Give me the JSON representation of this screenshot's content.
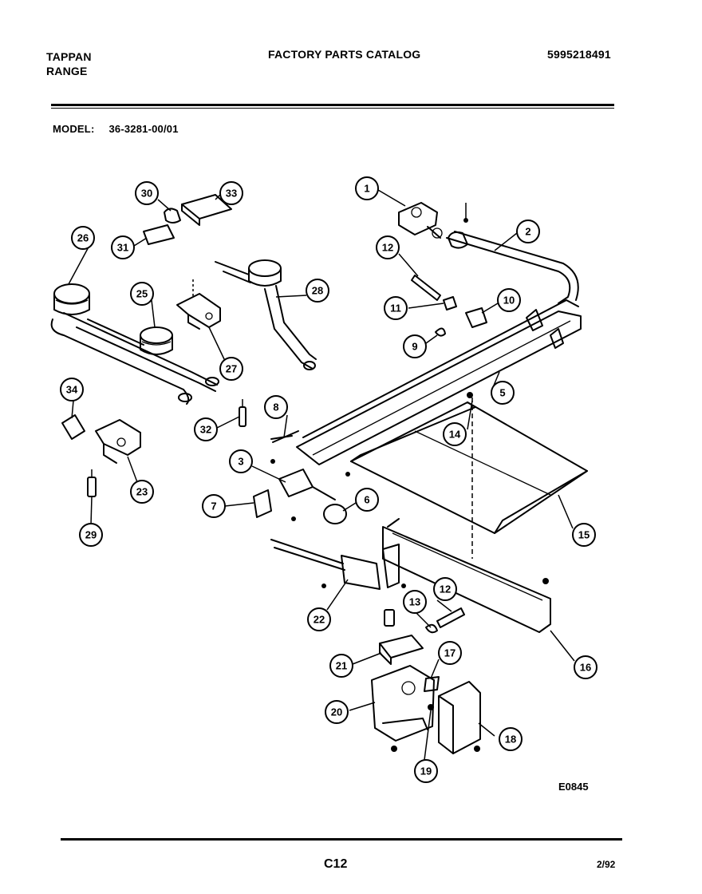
{
  "header": {
    "brand_line1": "TAPPAN",
    "brand_line2": "RANGE",
    "title": "FACTORY PARTS CATALOG",
    "doc_number": "5995218491",
    "model_label": "MODEL:",
    "model_value": "36-3281-00/01"
  },
  "callouts": [
    "1",
    "2",
    "3",
    "5",
    "6",
    "7",
    "8",
    "9",
    "10",
    "11",
    "12",
    "12",
    "13",
    "14",
    "15",
    "16",
    "17",
    "18",
    "19",
    "20",
    "21",
    "22",
    "23",
    "25",
    "26",
    "27",
    "28",
    "29",
    "30",
    "31",
    "32",
    "33",
    "34"
  ],
  "footer": {
    "diagram_code": "E0845",
    "page": "C12",
    "date": "2/92"
  }
}
